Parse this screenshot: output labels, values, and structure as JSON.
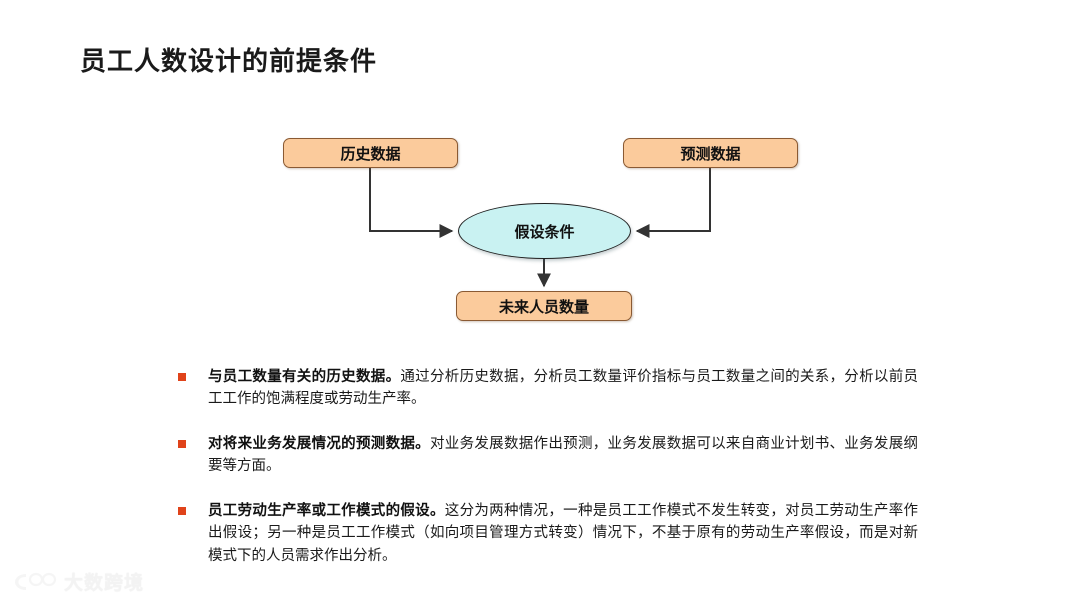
{
  "slide": {
    "title": "员工人数设计的前提条件",
    "background_color": "#ffffff"
  },
  "diagram": {
    "type": "flowchart",
    "node_box_fill": "#fbcb9c",
    "node_box_border": "#8a5a33",
    "node_ellipse_fill": "#c9f2f2",
    "node_ellipse_border": "#1f1f1f",
    "connector_color": "#333333",
    "nodes": [
      {
        "id": "history",
        "label": "历史数据",
        "shape": "rounded-rect"
      },
      {
        "id": "forecast",
        "label": "预测数据",
        "shape": "rounded-rect"
      },
      {
        "id": "assume",
        "label": "假设条件",
        "shape": "ellipse"
      },
      {
        "id": "future",
        "label": "未来人员数量",
        "shape": "rounded-rect"
      }
    ],
    "edges": [
      {
        "from": "history",
        "to": "assume",
        "style": "elbow-right-arrow"
      },
      {
        "from": "forecast",
        "to": "assume",
        "style": "elbow-left-arrow"
      },
      {
        "from": "assume",
        "to": "future",
        "style": "straight-down-arrow"
      }
    ]
  },
  "bullets": {
    "marker_color": "#e0431a",
    "items": [
      {
        "lead": "与员工数量有关的历史数据。",
        "body": "通过分析历史数据，分析员工数量评价指标与员工数量之间的关系，分析以前员工工作的饱满程度或劳动生产率。"
      },
      {
        "lead": "对将来业务发展情况的预测数据。",
        "body": "对业务发展数据作出预测，业务发展数据可以来自商业计划书、业务发展纲要等方面。"
      },
      {
        "lead": "员工劳动生产率或工作模式的假设。",
        "body": "这分为两种情况，一种是员工工作模式不发生转变，对员工劳动生产率作出假设；另一种是员工工作模式（如向项目管理方式转变）情况下，不基于原有的劳动生产率假设，而是对新模式下的人员需求作出分析。"
      }
    ]
  },
  "watermark": {
    "text": "大数跨境",
    "color": "#f0f0f0"
  }
}
